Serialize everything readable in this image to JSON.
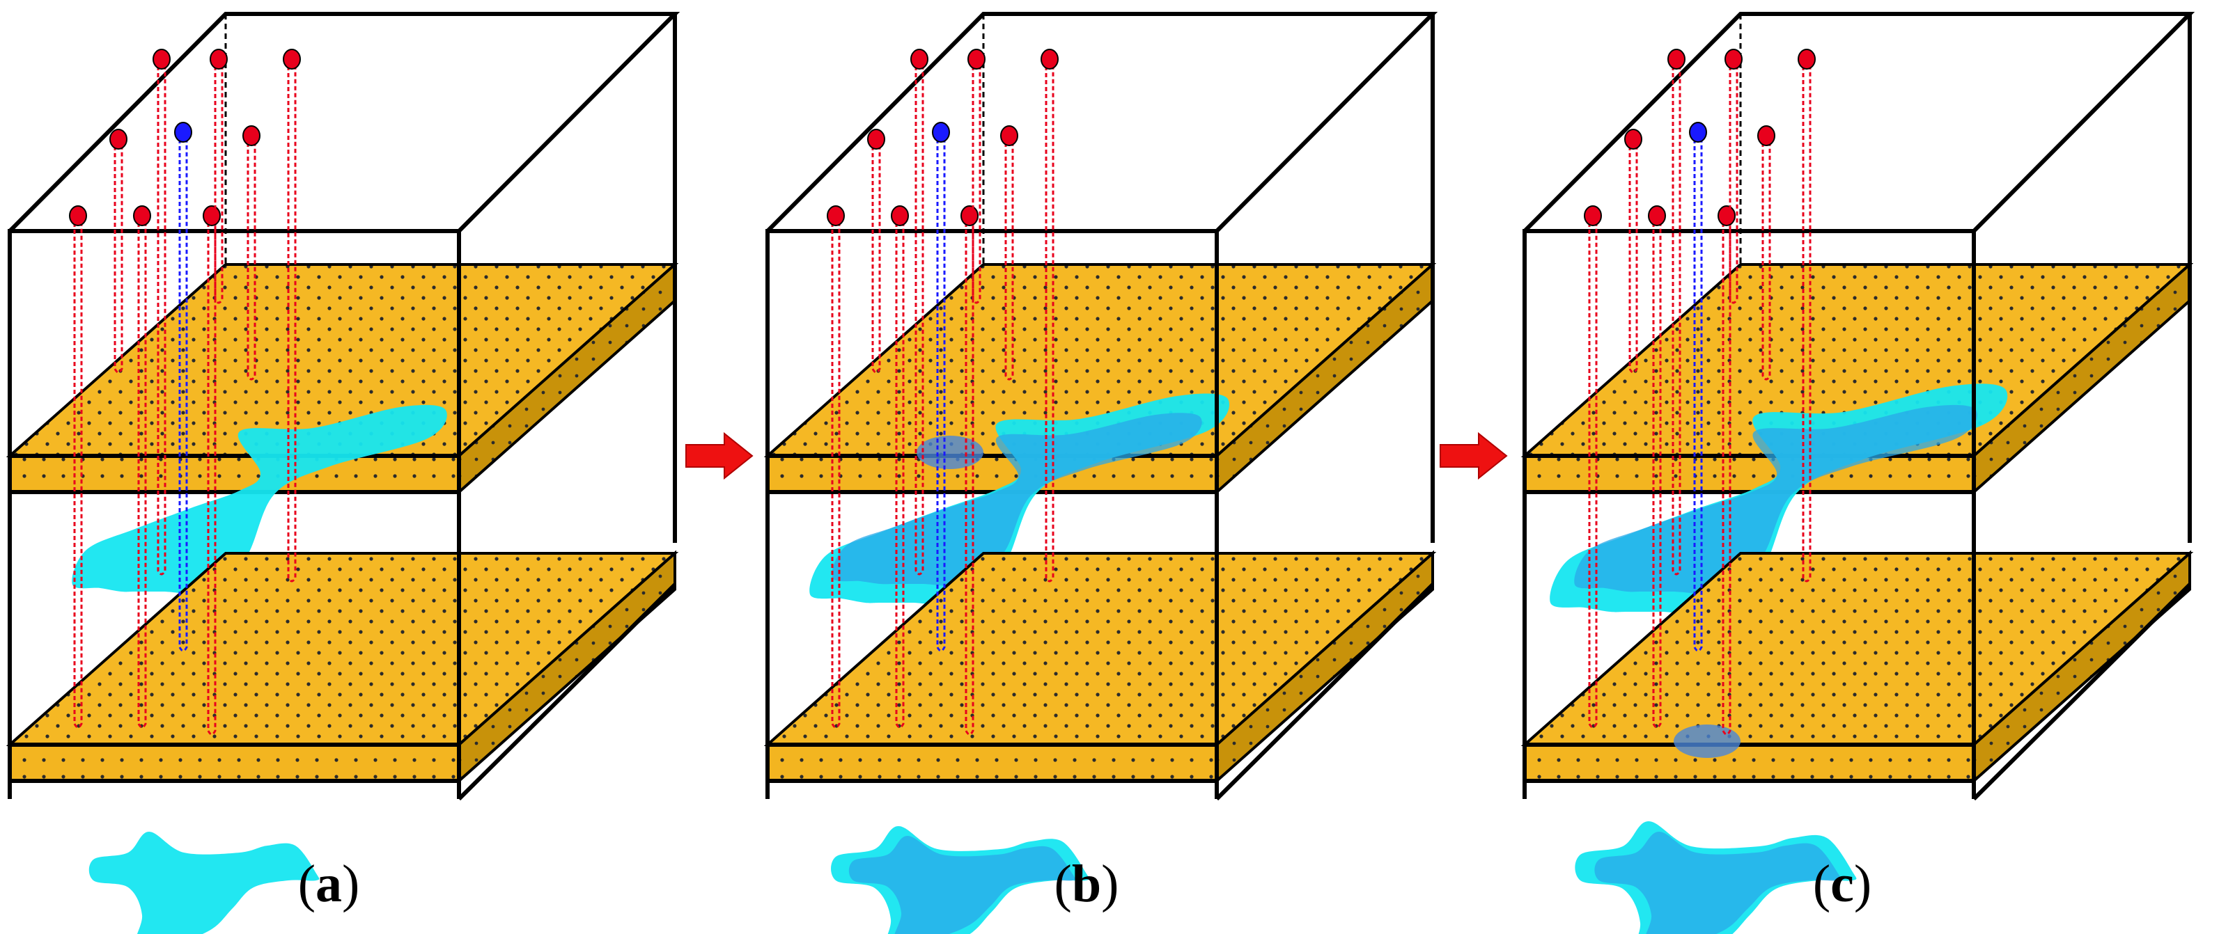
{
  "panels": [
    {
      "id": "a",
      "label_open": "(",
      "label_letter": "a",
      "label_close": ")",
      "stage": 1
    },
    {
      "id": "b",
      "label_open": "(",
      "label_letter": "b",
      "label_close": ")",
      "stage": 2
    },
    {
      "id": "c",
      "label_open": "(",
      "label_letter": "c",
      "label_close": ")",
      "stage": 3
    }
  ],
  "arrows": [
    {
      "name": "progression-arrow-a-to-b"
    },
    {
      "name": "progression-arrow-b-to-c"
    }
  ],
  "colors": {
    "layer": "#f5b824",
    "layer_side": "#c8920a",
    "layer_dots": "#2b2b2b",
    "plume_light": "#16e6f0",
    "plume_mid": "#2aa8e8",
    "plume_dark": "#4a86d8",
    "producer_well": "#e8001c",
    "injector_well": "#1a1aff",
    "arrow": "#ee1111",
    "box_edge": "#000000"
  }
}
